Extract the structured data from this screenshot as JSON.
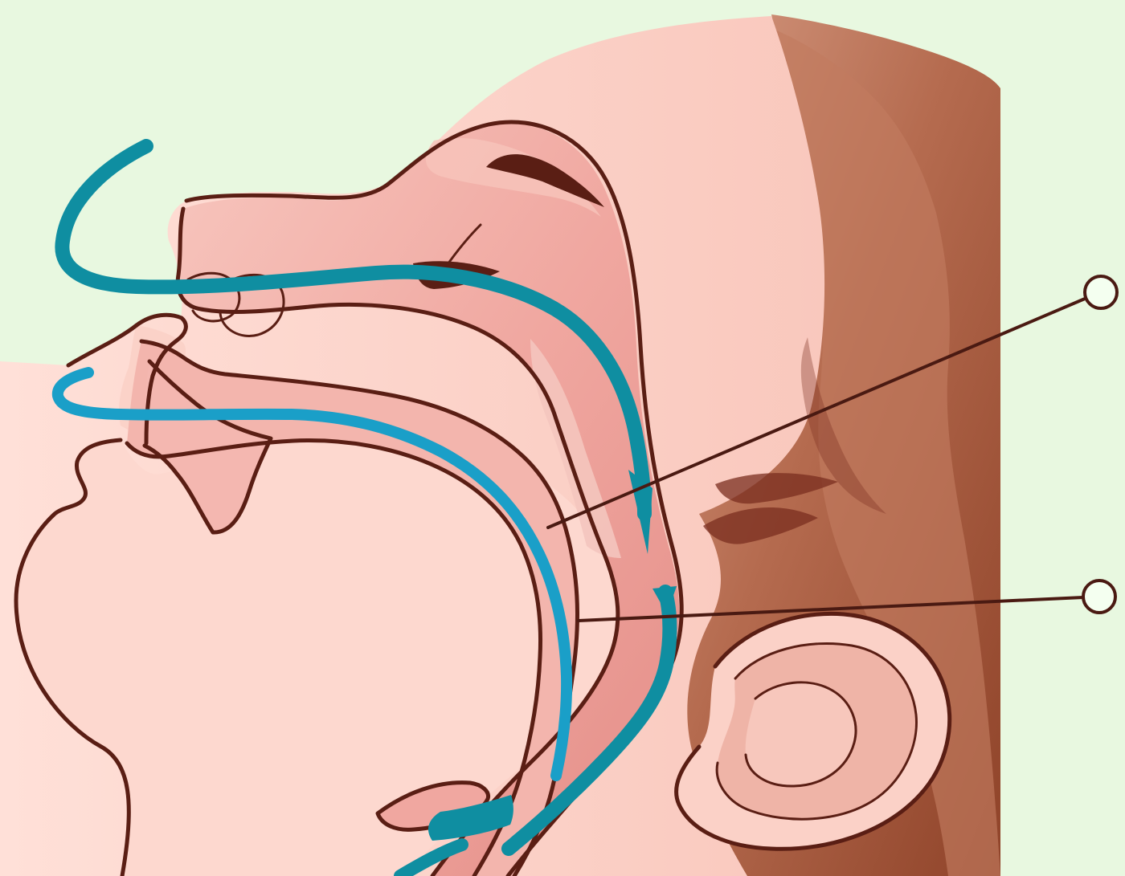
{
  "diagram": {
    "type": "anatomical-illustration",
    "subject": "sagittal-head-airway",
    "callouts": [
      {
        "id": "callout-1",
        "label": ""
      },
      {
        "id": "callout-2",
        "label": ""
      }
    ],
    "airflow_paths": [
      {
        "id": "nasal-airflow"
      },
      {
        "id": "oral-airflow"
      }
    ]
  },
  "colors": {
    "background": "#e8f8e0",
    "skin": "#fdd8cf",
    "skin_shadow": "#f4b9a8",
    "airway": "#f0a7a0",
    "airway_light": "#f8c8c0",
    "airway_deep": "#e58f8a",
    "hair_dark": "#9a4b30",
    "hair_mid": "#b56b4f",
    "hair_light": "#d59a82",
    "outline": "#5a1e14",
    "airflow": "#0f8ea1",
    "airflow_light": "#1aa6d7",
    "callout_line": "#4a1a12",
    "callout_circle_fill": "#f4fff0"
  },
  "icons": {
    "airflow_arrow": "curved-arrow-icon",
    "callout_marker": "circle-marker-icon"
  }
}
